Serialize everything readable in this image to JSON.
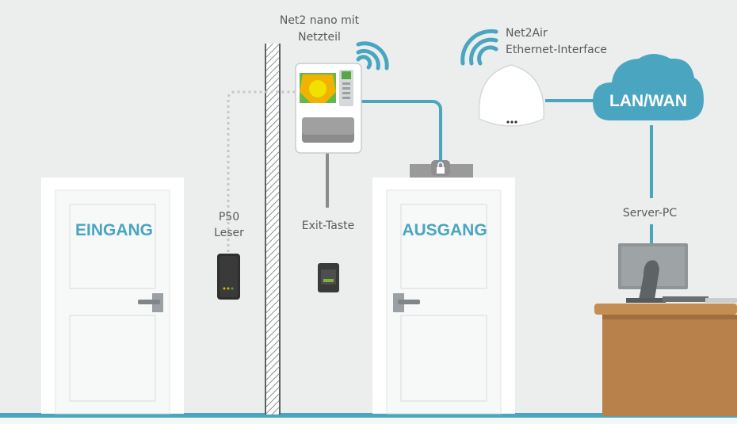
{
  "labels": {
    "controller": [
      "Net2 nano mit",
      "Netzteil"
    ],
    "net2air": [
      "Net2Air",
      "Ethernet-Interface"
    ],
    "cloud": "LAN/WAN",
    "reader": [
      "P50",
      "Leser"
    ],
    "exit_button": "Exit-Taste",
    "server": "Server-PC"
  },
  "doors": {
    "entry": "EINGANG",
    "exit": "AUSGANG"
  },
  "icons": [
    "wifi-icon",
    "lock-icon",
    "cloud-icon"
  ],
  "colors": {
    "background": "#eceeee",
    "accent": "#4aa6c0",
    "door": "#ffffff",
    "floor": "#4aa6c0",
    "desk": "#b8804a",
    "cable_grey": "#8a8a8a",
    "text": "#5a5a5a"
  }
}
